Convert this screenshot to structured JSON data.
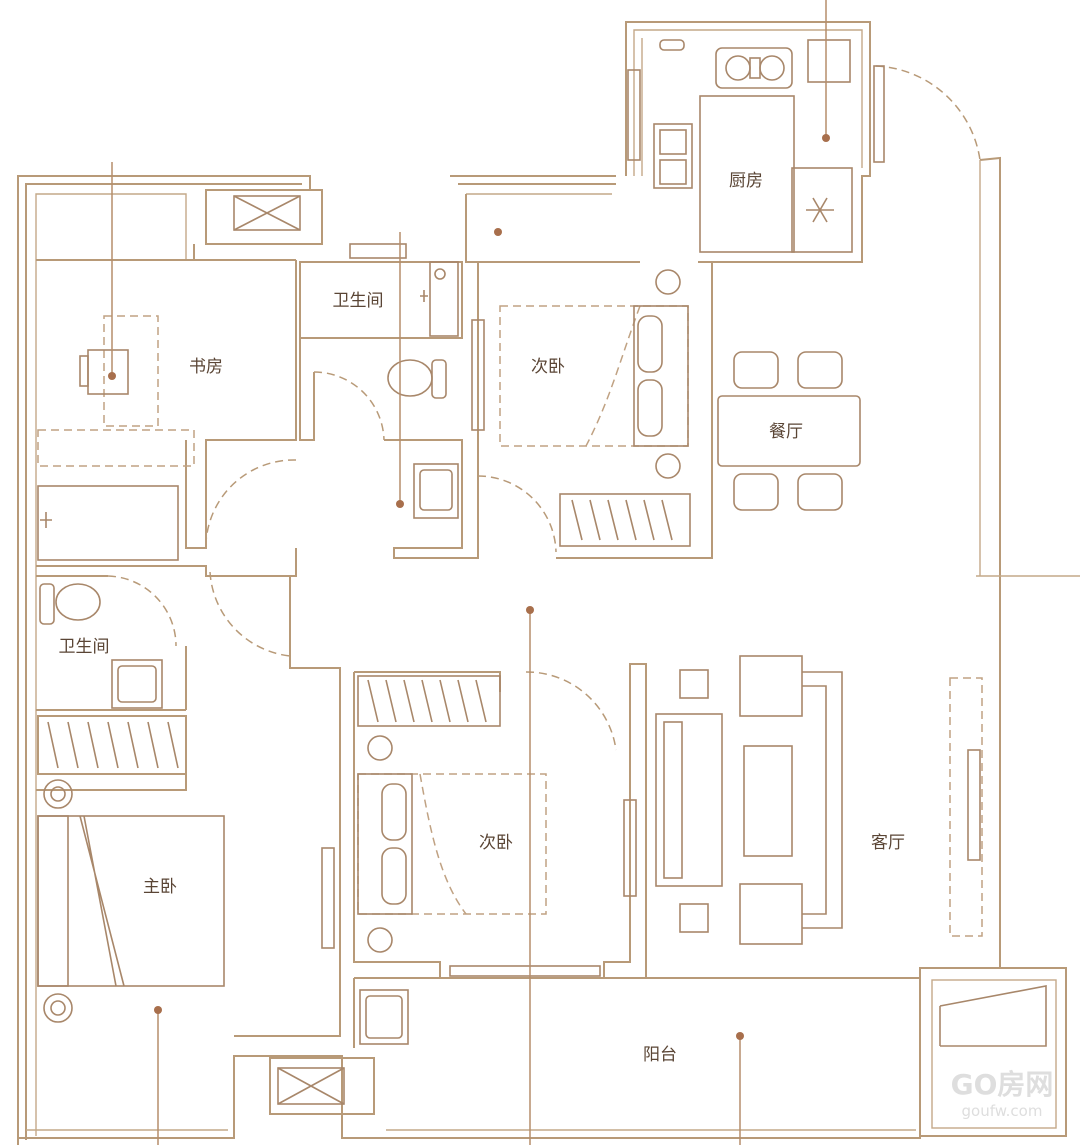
{
  "plan": {
    "rooms": [
      {
        "id": "kitchen",
        "label": "厨房"
      },
      {
        "id": "bath-top",
        "label": "卫生间"
      },
      {
        "id": "study",
        "label": "书房"
      },
      {
        "id": "second-bed-top",
        "label": "次卧"
      },
      {
        "id": "dining",
        "label": "餐厅"
      },
      {
        "id": "bath-left",
        "label": "卫生间"
      },
      {
        "id": "second-bed-bottom",
        "label": "次卧"
      },
      {
        "id": "master-bed",
        "label": "主卧"
      },
      {
        "id": "living",
        "label": "客厅"
      },
      {
        "id": "balcony",
        "label": "阳台"
      }
    ]
  },
  "watermark": {
    "logo": "GO房网",
    "url": "goufw.com"
  },
  "colors": {
    "wall": "#b89a78",
    "fixture": "#a8876a",
    "axis": "#b58e6c",
    "marker": "#a86f4c",
    "text": "#5a4535"
  }
}
